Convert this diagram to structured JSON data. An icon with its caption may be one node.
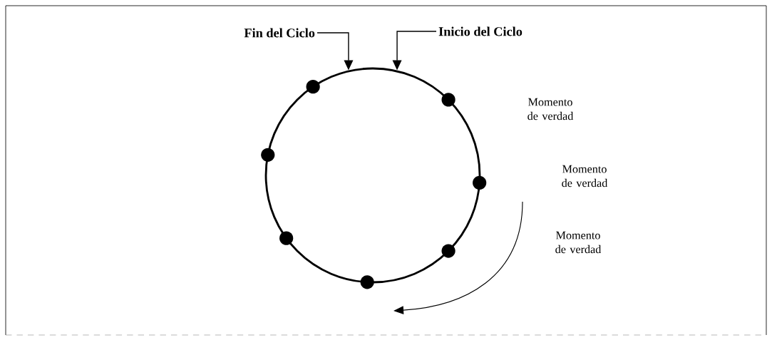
{
  "diagram": {
    "nodes": [
      {
        "text": [
          "Fin del Ciclo"
        ]
      },
      {
        "text": [
          "Inicio del Ciclo"
        ]
      },
      {
        "text": [],
        "shape": "circle"
      }
    ],
    "edges": [
      {
        "from": 0,
        "to": 2,
        "arrow": "to"
      },
      {
        "from": 1,
        "to": 2,
        "arrow": "to"
      }
    ],
    "labels": [
      "Momento de verdad",
      "Momento de verdad",
      "Momento de verdad"
    ]
  }
}
